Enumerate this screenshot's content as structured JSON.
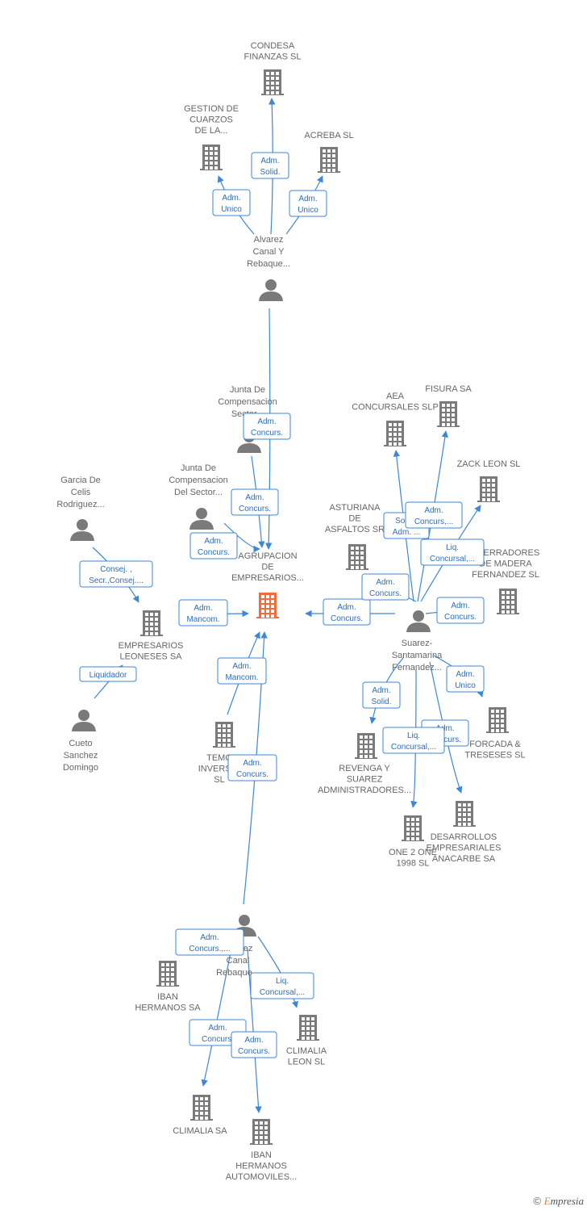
{
  "colors": {
    "edge": "#3b87d8",
    "relation_text": "#2a6ebb",
    "node_icon": "#7a7a7a",
    "focus_company": "#f26b3a",
    "node_label": "#666666"
  },
  "nodes": [
    {
      "id": "condesa",
      "type": "company",
      "lines": [
        "CONDESA",
        "FINANZAS SL"
      ]
    },
    {
      "id": "gestion",
      "type": "company",
      "lines": [
        "GESTION DE",
        "CUARZOS",
        "DE LA..."
      ]
    },
    {
      "id": "acreba",
      "type": "company",
      "lines": [
        "ACREBA SL"
      ]
    },
    {
      "id": "alvarez1",
      "type": "person",
      "lines": [
        "Alvarez",
        "Canal Y",
        "Rebaque..."
      ]
    },
    {
      "id": "junta1",
      "type": "person",
      "lines": [
        "Junta De",
        "Compensacion",
        "Sector..."
      ]
    },
    {
      "id": "junta2",
      "type": "person",
      "lines": [
        "Junta De",
        "Compensacion",
        "Del Sector..."
      ]
    },
    {
      "id": "garcia",
      "type": "person",
      "lines": [
        "Garcia De",
        "Celis",
        "Rodriguez..."
      ]
    },
    {
      "id": "agrupacion",
      "type": "focus",
      "lines": [
        "AGRUPACION",
        "DE",
        "EMPRESARIOS..."
      ]
    },
    {
      "id": "leoneses",
      "type": "company",
      "lines": [
        "EMPRESARIOS",
        "LEONESES SA"
      ]
    },
    {
      "id": "cueto",
      "type": "person",
      "lines": [
        "Cueto",
        "Sanchez",
        "Domingo"
      ]
    },
    {
      "id": "temo",
      "type": "company",
      "lines": [
        "TEMO",
        "INVERSIO",
        "SL"
      ]
    },
    {
      "id": "aea",
      "type": "company",
      "lines": [
        "AEA",
        "CONCURSALES SLP"
      ]
    },
    {
      "id": "fisura",
      "type": "company",
      "lines": [
        "FISURA SA"
      ]
    },
    {
      "id": "zack",
      "type": "company",
      "lines": [
        "ZACK LEON SL"
      ]
    },
    {
      "id": "asturiana",
      "type": "company",
      "lines": [
        "ASTURIANA",
        "DE",
        "ASFALTOS SR"
      ]
    },
    {
      "id": "aserradores",
      "type": "company",
      "lines": [
        "ASERRADORES",
        "DE MADERA",
        "FERNANDEZ SL"
      ]
    },
    {
      "id": "suarez",
      "type": "person",
      "lines": [
        "Suarez-",
        "Santamarina",
        "Fernandez..."
      ]
    },
    {
      "id": "revenga",
      "type": "company",
      "lines": [
        "REVENGA Y",
        "SUAREZ",
        "ADMINISTRADORES..."
      ]
    },
    {
      "id": "forcada",
      "type": "company",
      "lines": [
        "FORCADA &",
        "TRESESES SL"
      ]
    },
    {
      "id": "one2one",
      "type": "company",
      "lines": [
        "ONE 2 ONE",
        "1998 SL"
      ]
    },
    {
      "id": "anacarbe",
      "type": "company",
      "lines": [
        "DESARROLLOS",
        "EMPRESARIALES",
        "ANACARBE SA"
      ]
    },
    {
      "id": "alvarez2",
      "type": "person",
      "lines": [
        "Alvarez",
        "Canal",
        "Rebaque..."
      ]
    },
    {
      "id": "ibanhermanos",
      "type": "company",
      "lines": [
        "IBAN",
        "HERMANOS SA"
      ]
    },
    {
      "id": "climalialeon",
      "type": "company",
      "lines": [
        "CLIMALIA",
        "LEON SL"
      ]
    },
    {
      "id": "climaliasa",
      "type": "company",
      "lines": [
        "CLIMALIA SA"
      ]
    },
    {
      "id": "ibanauto",
      "type": "company",
      "lines": [
        "IBAN",
        "HERMANOS",
        "AUTOMOVILES..."
      ]
    }
  ],
  "relations": [
    {
      "from": "alvarez1",
      "to": "condesa",
      "lines": [
        "Adm.",
        "Solid."
      ]
    },
    {
      "from": "alvarez1",
      "to": "gestion",
      "lines": [
        "Adm.",
        "Unico"
      ]
    },
    {
      "from": "alvarez1",
      "to": "acreba",
      "lines": [
        "Adm.",
        "Unico"
      ]
    },
    {
      "from": "alvarez1",
      "to": "agrupacion",
      "lines": [
        "Adm.",
        "Concurs."
      ]
    },
    {
      "from": "junta2",
      "to": "agrupacion",
      "lines": [
        "Adm.",
        "Concurs."
      ]
    },
    {
      "from": "junta1",
      "to": "agrupacion",
      "lines": [
        "Adm.",
        "Concurs."
      ]
    },
    {
      "from": "garcia",
      "to": "leoneses",
      "lines": [
        "Consej. ,",
        "Secr.,Consej...."
      ]
    },
    {
      "from": "cueto",
      "to": "leoneses",
      "lines": [
        "Liquidador"
      ]
    },
    {
      "from": "leoneses",
      "to": "agrupacion",
      "lines": [
        "Adm.",
        "Mancom."
      ]
    },
    {
      "from": "temo",
      "to": "agrupacion",
      "lines": [
        "Adm.",
        "Mancom."
      ]
    },
    {
      "from": "alvarez2",
      "to": "agrupacion",
      "lines": [
        "Adm.",
        "Concurs."
      ]
    },
    {
      "from": "suarez",
      "to": "agrupacion",
      "lines": [
        "Adm.",
        "Concurs."
      ]
    },
    {
      "from": "suarez",
      "to": "asturiana",
      "lines": [
        "Adm.",
        "Concurs."
      ]
    },
    {
      "from": "suarez",
      "to": "aea",
      "lines": [
        "Socio,",
        "Adm. ..."
      ]
    },
    {
      "from": "suarez",
      "to": "fisura",
      "lines": [
        "Adm.",
        "Concurs,..."
      ]
    },
    {
      "from": "suarez",
      "to": "zack",
      "lines": [
        "Liq.",
        "Concursal,..."
      ]
    },
    {
      "from": "suarez",
      "to": "aserradores",
      "lines": [
        "Adm.",
        "Concurs."
      ]
    },
    {
      "from": "suarez",
      "to": "forcada",
      "lines": [
        "Adm.",
        "Unico"
      ]
    },
    {
      "from": "suarez",
      "to": "revenga",
      "lines": [
        "Adm.",
        "Solid."
      ]
    },
    {
      "from": "suarez",
      "to": "anacarbe",
      "lines": [
        "Adm.",
        "Concurs."
      ]
    },
    {
      "from": "suarez",
      "to": "one2one",
      "lines": [
        "Liq.",
        "Concursal,..."
      ]
    },
    {
      "from": "alvarez2",
      "to": "ibanhermanos",
      "lines": [
        "Adm.",
        "Concurs.,..."
      ]
    },
    {
      "from": "alvarez2",
      "to": "climalialeon",
      "lines": [
        "Liq.",
        "Concursal,..."
      ]
    },
    {
      "from": "alvarez2",
      "to": "climaliasa",
      "lines": [
        "Adm.",
        "Concurs."
      ]
    },
    {
      "from": "alvarez2",
      "to": "ibanauto",
      "lines": [
        "Adm.",
        "Concurs."
      ]
    }
  ],
  "watermark": {
    "symbol": "©",
    "brand_initial": "E",
    "brand_rest": "mpresia"
  }
}
